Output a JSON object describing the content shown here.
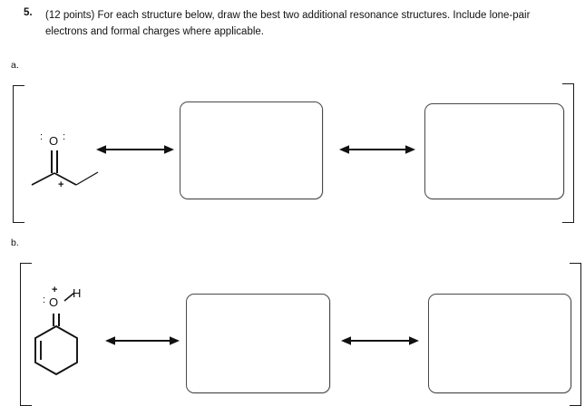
{
  "question": {
    "number": "5.",
    "points_and_prompt": "(12 points) For each structure below, draw the best two additional resonance structures. Include lone-pair electrons and formal charges where applicable."
  },
  "parts": [
    {
      "label": "a.",
      "structure": {
        "name": "protonated-ketone-chain",
        "atoms": {
          "oxygen": "O",
          "lone_pair_left": ":",
          "lone_pair_right": ":",
          "formal_charge": "+"
        }
      },
      "arrows": [
        "resonance-double-arrow",
        "resonance-double-arrow"
      ],
      "answer_boxes": [
        "",
        ""
      ]
    },
    {
      "label": "b.",
      "structure": {
        "name": "protonated-cyclohexenone",
        "atoms": {
          "oxygen": "O",
          "hydrogen": "H",
          "lone_pair_left": ":",
          "formal_charge": "+"
        }
      },
      "arrows": [
        "resonance-double-arrow",
        "resonance-double-arrow"
      ],
      "answer_boxes": [
        "",
        ""
      ]
    }
  ],
  "colors": {
    "ink": "#111111",
    "box_border": "#4a4a4a",
    "page_background": "#ffffff"
  }
}
